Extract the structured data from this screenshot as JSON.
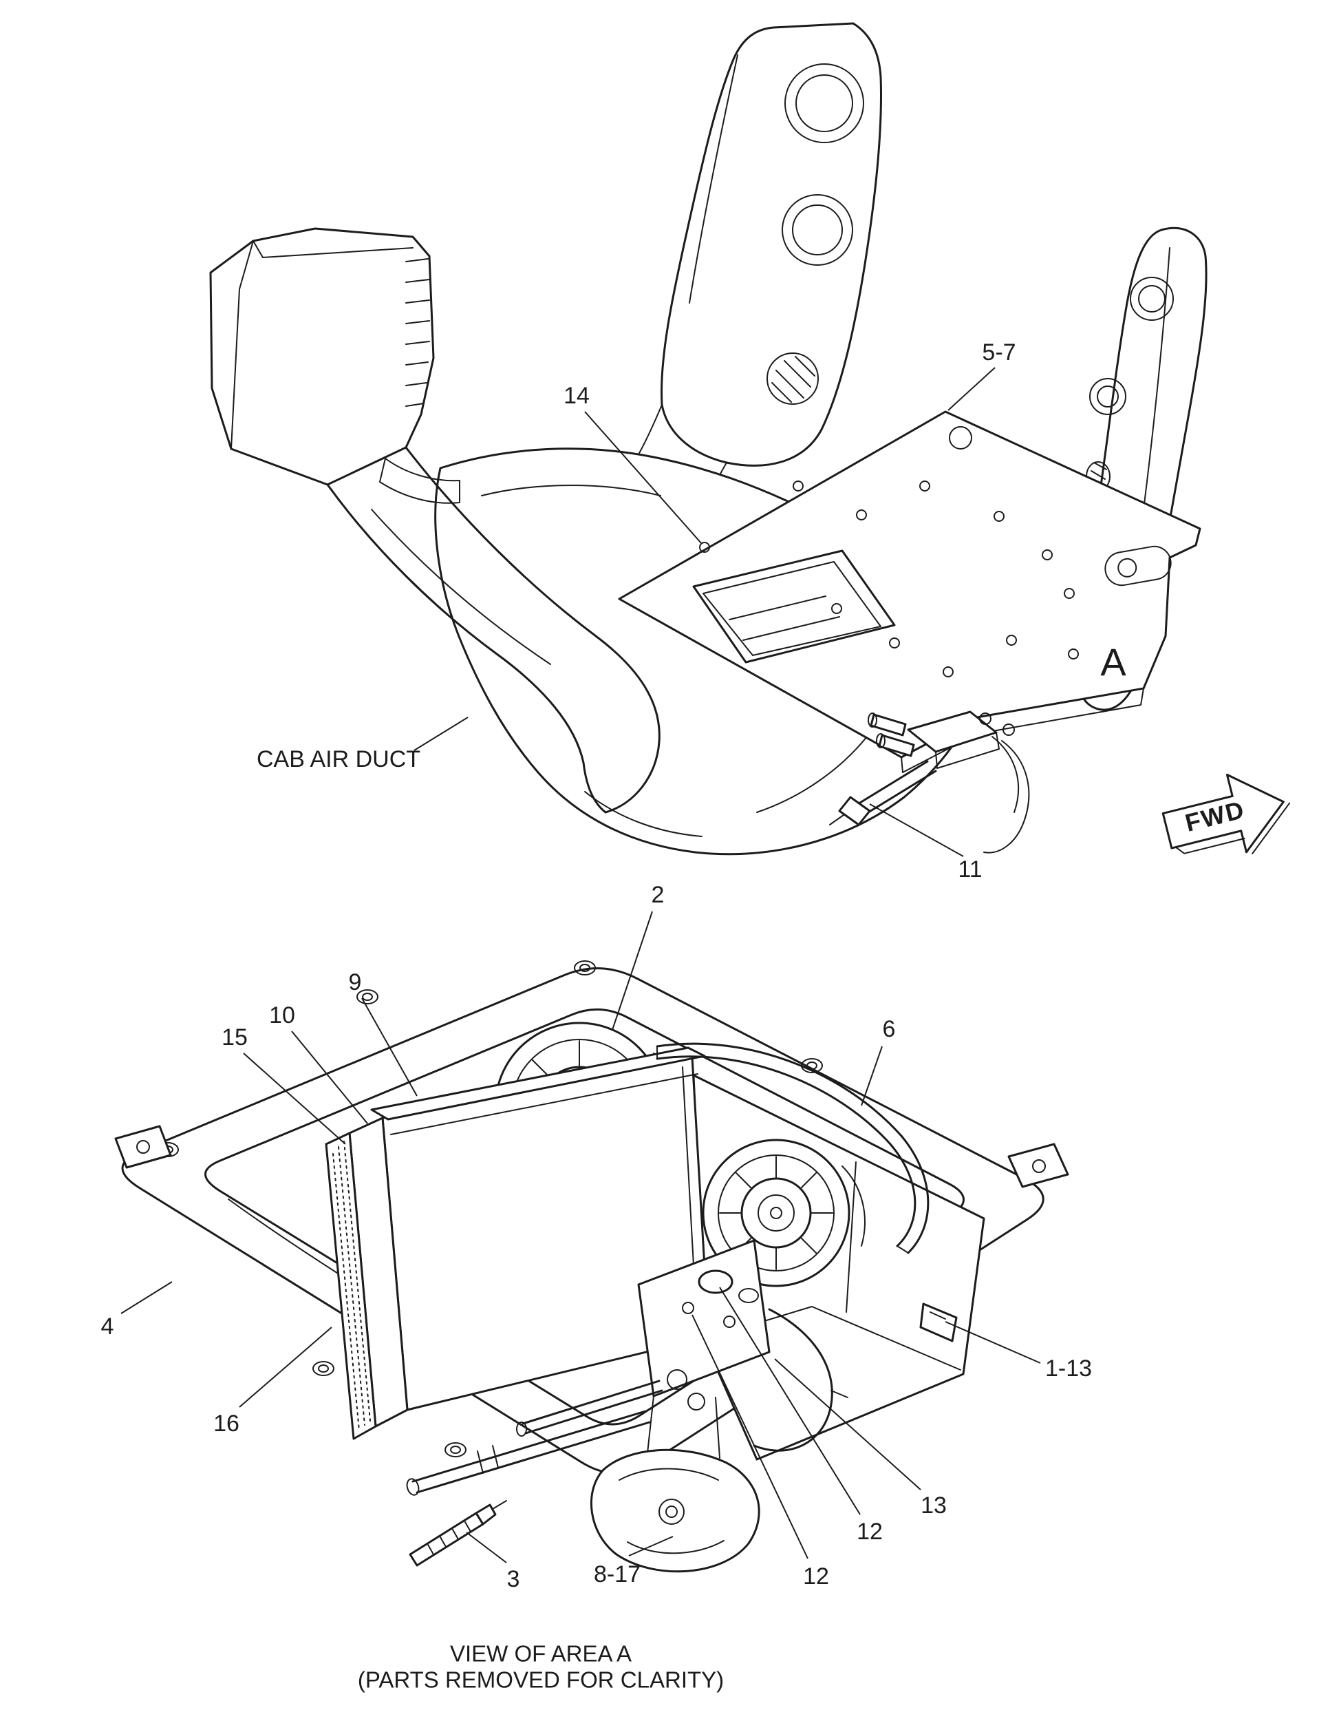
{
  "colors": {
    "ink": "#1c1c1c",
    "paper": "#ffffff"
  },
  "upper": {
    "callouts": [
      {
        "text": "14"
      },
      {
        "text": "5-7"
      },
      {
        "text": "11"
      }
    ],
    "labels": {
      "area": "A",
      "duct": "CAB AIR DUCT",
      "fwd": "FWD"
    }
  },
  "lower": {
    "callouts": [
      {
        "text": "2"
      },
      {
        "text": "9"
      },
      {
        "text": "10"
      },
      {
        "text": "15"
      },
      {
        "text": "6"
      },
      {
        "text": "4"
      },
      {
        "text": "16"
      },
      {
        "text": "1-13"
      },
      {
        "text": "3"
      },
      {
        "text": "8-17"
      },
      {
        "text": "12"
      },
      {
        "text": "12"
      },
      {
        "text": "13"
      }
    ],
    "caption": {
      "title": "VIEW OF AREA A",
      "subtitle": "(PARTS REMOVED FOR CLARITY)"
    }
  }
}
